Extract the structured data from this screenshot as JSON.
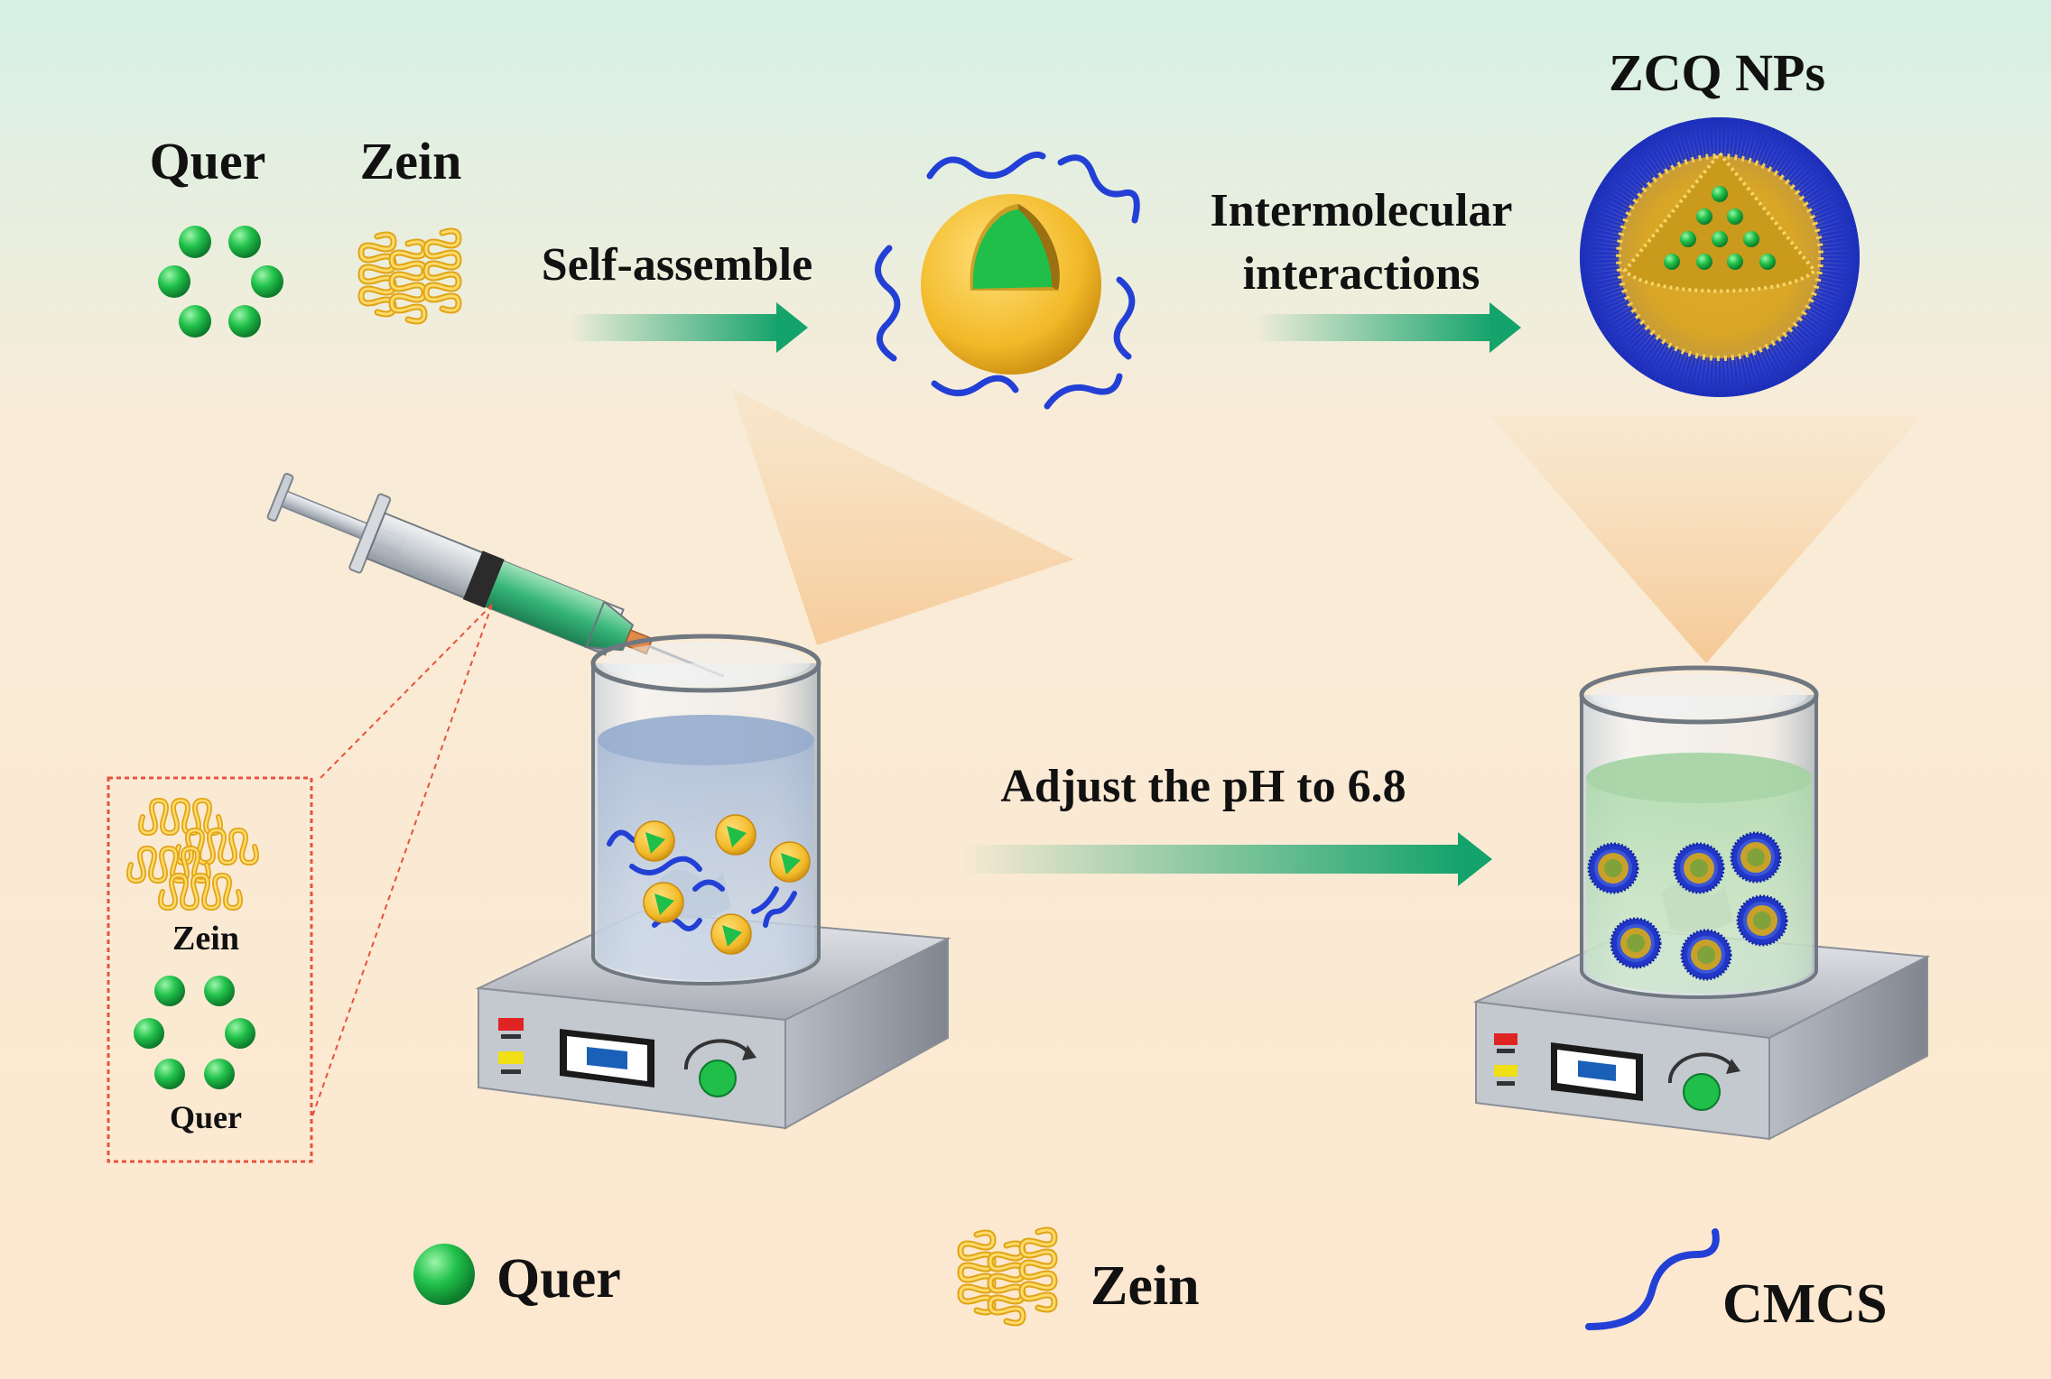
{
  "labels": {
    "quer_top": "Quer",
    "zein_top": "Zein",
    "self_assemble": "Self-assemble",
    "intermolecular_1": "Intermolecular",
    "intermolecular_2": "interactions",
    "zcq_nps": "ZCQ NPs",
    "adjust_ph": "Adjust the pH to 6.8",
    "inset_zein": "Zein",
    "inset_quer": "Quer"
  },
  "legend": [
    {
      "icon": "green-sphere-icon",
      "label": "Quer"
    },
    {
      "icon": "zein-helix-icon",
      "label": "Zein"
    },
    {
      "icon": "cmcs-chain-icon",
      "label": "CMCS"
    }
  ],
  "colors": {
    "quer_green": "#1fbf4a",
    "zein_gold": "#f2b928",
    "cmcs_blue": "#2340d6",
    "arrow_green": "#14a36b",
    "inset_border": "#e8523c"
  }
}
